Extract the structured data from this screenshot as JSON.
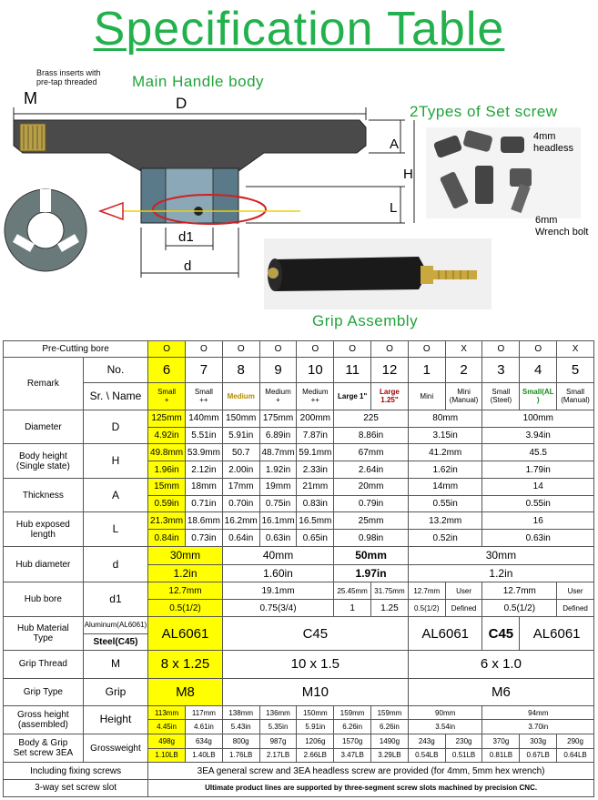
{
  "page": {
    "title": "Specification Table",
    "labels": {
      "brass": "Brass inserts with\npre-tap threaded",
      "M": "M",
      "main_handle": "Main Handle body",
      "D": "D",
      "set_screw_title": "2Types of Set screw",
      "headless": "4mm\nheadless",
      "wrench": "6mm\nWrench bolt",
      "A": "A",
      "H": "H",
      "L": "L",
      "d1": "d1",
      "d": "d",
      "grip_assembly": "Grip Assembly"
    }
  },
  "table": {
    "rows": {
      "precut": {
        "label": "Pre-Cutting bore",
        "values": [
          "O",
          "O",
          "O",
          "O",
          "O",
          "O",
          "O",
          "O",
          "X",
          "O",
          "O",
          "X"
        ]
      },
      "remark": {
        "label": "Remark",
        "no_label": "No.",
        "sr_label": "Sr. \\ Name",
        "numbers": [
          "6",
          "7",
          "8",
          "9",
          "10",
          "11",
          "12",
          "1",
          "2",
          "3",
          "4",
          "5"
        ],
        "names": [
          "Small\n+",
          "Small\n++",
          "Medium",
          "Medium\n+",
          "Medium\n++",
          "Large 1\"",
          "Large\n1.25\"",
          "Mini",
          "Mini\n(Manual)",
          "Small\n(Steel)",
          "Small(AL\n)",
          "Small\n(Manual)"
        ]
      },
      "diameter": {
        "label": "Diameter",
        "sym": "D",
        "mm": [
          "125mm",
          "140mm",
          "150mm",
          "175mm",
          "200mm",
          "225",
          "80mm",
          "100mm"
        ],
        "inch": [
          "4.92in",
          "5.51in",
          "5.91in",
          "6.89in",
          "7.87in",
          "8.86in",
          "3.15in",
          "3.94in"
        ]
      },
      "height": {
        "label": "Body height\n(Single state)",
        "sym": "H",
        "mm": [
          "49.8mm",
          "53.9mm",
          "50.7",
          "48.7mm",
          "59.1mm",
          "67mm",
          "41.2mm",
          "45.5"
        ],
        "inch": [
          "1.96in",
          "2.12in",
          "2.00in",
          "1.92in",
          "2.33in",
          "2.64in",
          "1.62in",
          "1.79in"
        ]
      },
      "thickness": {
        "label": "Thickness",
        "sym": "A",
        "mm": [
          "15mm",
          "18mm",
          "17mm",
          "19mm",
          "21mm",
          "20mm",
          "14mm",
          "14"
        ],
        "inch": [
          "0.59in",
          "0.71in",
          "0.70in",
          "0.75in",
          "0.83in",
          "0.79in",
          "0.55in",
          "0.55in"
        ]
      },
      "hub_len": {
        "label": "Hub exposed\nlength",
        "sym": "L",
        "mm": [
          "21.3mm",
          "18.6mm",
          "16.2mm",
          "16.1mm",
          "16.5mm",
          "25mm",
          "13.2mm",
          "16"
        ],
        "inch": [
          "0.84in",
          "0.73in",
          "0.64in",
          "0.63in",
          "0.65in",
          "0.98in",
          "0.52in",
          "0.63in"
        ]
      },
      "hub_dia": {
        "label": "Hub diameter",
        "sym": "d",
        "mm": [
          "30mm",
          "40mm",
          "50mm",
          "30mm"
        ],
        "inch": [
          "1.2in",
          "1.60in",
          "1.97in",
          "1.2in"
        ]
      },
      "hub_bore": {
        "label": "Hub bore",
        "sym": "d1",
        "top": [
          "12.7mm",
          "19.1mm",
          "25.45mm",
          "31.75mm",
          "12.7mm",
          "User",
          "12.7mm",
          "User"
        ],
        "bottom": [
          "0.5(1/2)",
          "0.75(3/4)",
          "1",
          "1.25",
          "0.5(1/2)",
          "Defined",
          "0.5(1/2)",
          "Defined"
        ]
      },
      "material": {
        "label": "Hub Material\nType",
        "sym_top": "Aluminum(AL6061)",
        "sym_bottom": "Steel(C45)",
        "values": [
          "AL6061",
          "C45",
          "AL6061",
          "C45",
          "AL6061"
        ]
      },
      "thread": {
        "label": "Grip Thread",
        "sym": "M",
        "values": [
          "8 x 1.25",
          "10 x 1.5",
          "6 x 1.0"
        ]
      },
      "grip": {
        "label": "Grip Type",
        "sym": "Grip",
        "values": [
          "M8",
          "M10",
          "M6"
        ]
      },
      "gross_h": {
        "label": "Gross height\n(assembled)",
        "sym": "Height",
        "mm": [
          "113mm",
          "117mm",
          "138mm",
          "136mm",
          "150mm",
          "159mm",
          "159mm",
          "90mm",
          "94mm"
        ],
        "inch": [
          "4.45in",
          "4.61in",
          "5.43in",
          "5.35in",
          "5.91in",
          "6.26in",
          "6.26in",
          "3.54in",
          "3.70in"
        ]
      },
      "gross_w": {
        "label": "Body & Grip\nSet screw 3EA",
        "sym": "Grossweight",
        "g": [
          "498g",
          "634g",
          "800g",
          "987g",
          "1206g",
          "1570g",
          "1490g",
          "243g",
          "230g",
          "370g",
          "303g",
          "290g"
        ],
        "lb": [
          "1.10LB",
          "1.40LB",
          "1.76LB",
          "2.17LB",
          "2.66LB",
          "3.47LB",
          "3.29LB",
          "0.54LB",
          "0.51LB",
          "0.81LB",
          "0.67LB",
          "0.64LB"
        ]
      },
      "fixing": {
        "label": "Including fixing screws",
        "text": "3EA general screw and 3EA headless screw are provided (for 4mm, 5mm hex wrench)"
      },
      "slot": {
        "label": "3-way set screw slot",
        "text": "Ultimate product lines are supported by three-segment screw slots machined by precision CNC."
      }
    }
  }
}
